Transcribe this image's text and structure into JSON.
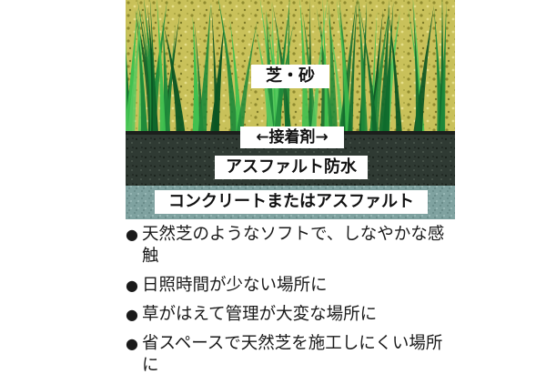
{
  "diagram": {
    "layers": {
      "turf_sand": "芝・砂",
      "adhesive": "←接着剤→",
      "waterproof": "アスファルト防水",
      "base": "コンクリートまたはアスファルト"
    },
    "colors": {
      "sand": "#c9c15a",
      "grass_dark": "#0f6a2c",
      "grass_light": "#3fbf4f",
      "asphalt": "#2f3a33",
      "concrete": "#7fa2a0"
    }
  },
  "bullets": [
    "天然芝のようなソフトで、しなやかな感触",
    "日照時間が少ない場所に",
    "草がはえて管理が大変な場所に",
    "省スペースで天然芝を施工しにくい場所に"
  ],
  "bullet_mark": "●"
}
